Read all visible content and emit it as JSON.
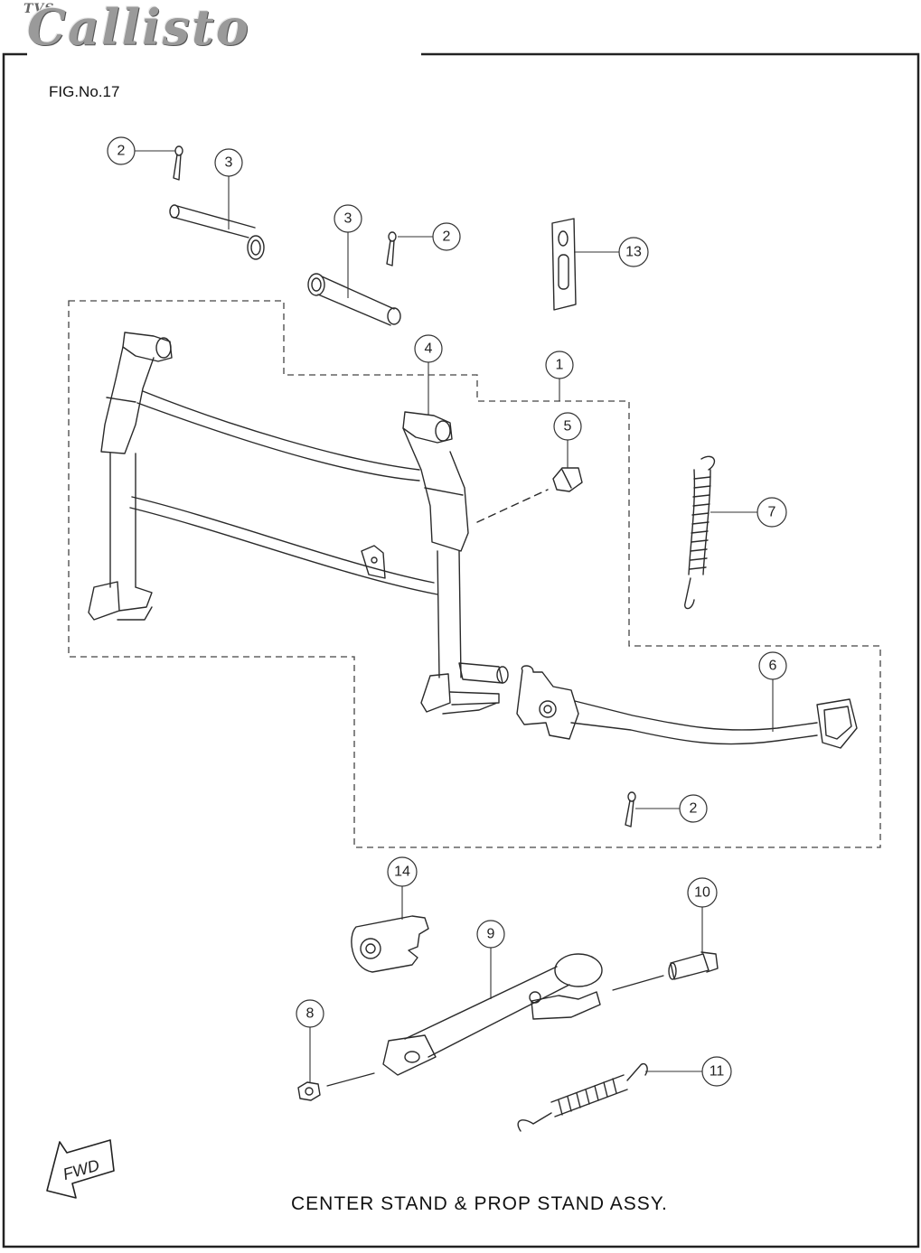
{
  "brand": {
    "maker": "TVS",
    "model": "Callisto"
  },
  "figure": {
    "number": "FIG.No.17",
    "title": "CENTER STAND & PROP STAND ASSY."
  },
  "direction_marker": {
    "label": "FWD"
  },
  "callouts": [
    {
      "id": "c2a",
      "number": "2"
    },
    {
      "id": "c3a",
      "number": "3"
    },
    {
      "id": "c3b",
      "number": "3"
    },
    {
      "id": "c2b",
      "number": "2"
    },
    {
      "id": "c13",
      "number": "13"
    },
    {
      "id": "c4",
      "number": "4"
    },
    {
      "id": "c1",
      "number": "1"
    },
    {
      "id": "c5",
      "number": "5"
    },
    {
      "id": "c7",
      "number": "7"
    },
    {
      "id": "c6",
      "number": "6"
    },
    {
      "id": "c2c",
      "number": "2"
    },
    {
      "id": "c14",
      "number": "14"
    },
    {
      "id": "c10",
      "number": "10"
    },
    {
      "id": "c9",
      "number": "9"
    },
    {
      "id": "c8",
      "number": "8"
    },
    {
      "id": "c11",
      "number": "11"
    }
  ],
  "colors": {
    "line": "#2a2a2a",
    "frame": "#222222",
    "brand": "#9a9a9a"
  }
}
